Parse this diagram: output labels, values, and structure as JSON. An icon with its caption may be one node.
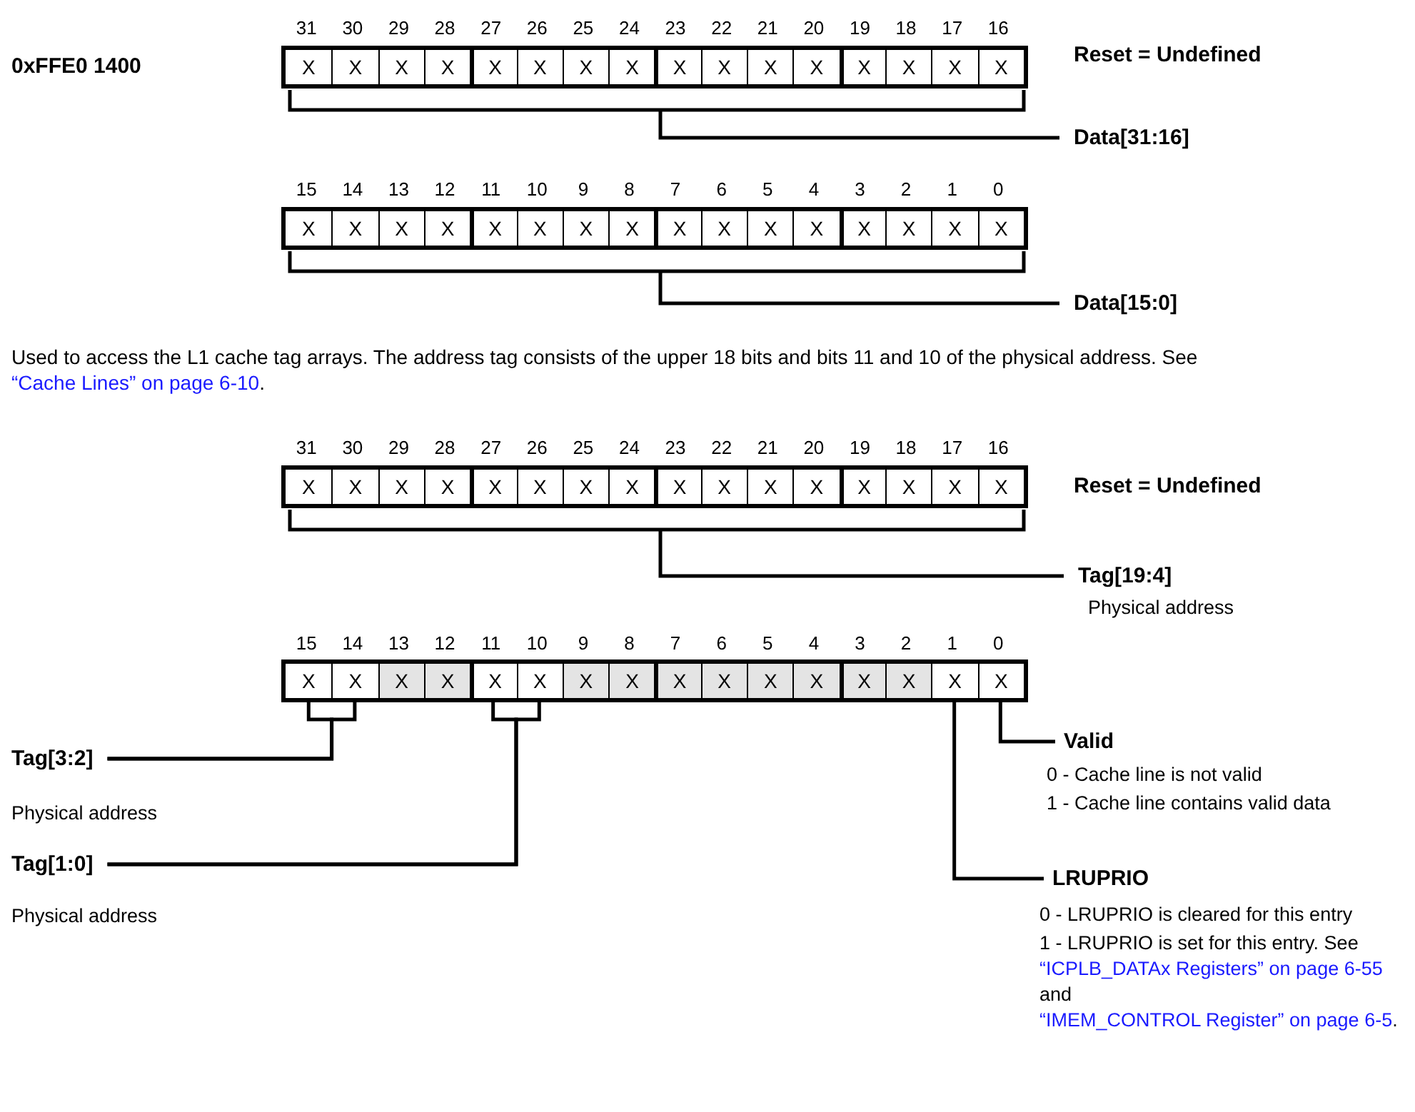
{
  "diagram": {
    "nodes": [
      {
        "text": [],
        "shape": "bar"
      },
      {
        "text": [
          "X"
        ],
        "in": 0
      },
      {
        "text": [
          "X"
        ],
        "in": 0
      },
      {
        "text": [
          "X"
        ],
        "in": 0
      },
      {
        "text": [
          "X"
        ],
        "in": 0
      },
      {
        "text": [
          "X"
        ],
        "in": 0
      },
      {
        "text": [
          "X"
        ],
        "in": 0
      },
      {
        "text": [
          "X"
        ],
        "in": 0
      },
      {
        "text": [
          "X"
        ],
        "in": 0
      },
      {
        "text": [
          "X"
        ],
        "in": 0
      },
      {
        "text": [
          "X"
        ],
        "in": 0
      },
      {
        "text": [
          "X"
        ],
        "in": 0
      },
      {
        "text": [
          "X"
        ],
        "in": 0
      },
      {
        "text": [
          "X"
        ],
        "in": 0
      },
      {
        "text": [
          "X"
        ],
        "in": 0
      },
      {
        "text": [
          "X"
        ],
        "in": 0
      },
      {
        "text": [
          "X"
        ],
        "in": 0
      },
      {
        "text": [
          "Data[31:16]"
        ]
      },
      {
        "text": [],
        "shape": "bar"
      },
      {
        "text": [
          "X"
        ],
        "in": 18
      },
      {
        "text": [
          "X"
        ],
        "in": 18
      },
      {
        "text": [
          "X"
        ],
        "in": 18
      },
      {
        "text": [
          "X"
        ],
        "in": 18
      },
      {
        "text": [
          "X"
        ],
        "in": 18
      },
      {
        "text": [
          "X"
        ],
        "in": 18
      },
      {
        "text": [
          "X"
        ],
        "in": 18
      },
      {
        "text": [
          "X"
        ],
        "in": 18
      },
      {
        "text": [
          "X"
        ],
        "in": 18
      },
      {
        "text": [
          "X"
        ],
        "in": 18
      },
      {
        "text": [
          "X"
        ],
        "in": 18
      },
      {
        "text": [
          "X"
        ],
        "in": 18
      },
      {
        "text": [
          "X"
        ],
        "in": 18
      },
      {
        "text": [
          "X"
        ],
        "in": 18
      },
      {
        "text": [
          "X"
        ],
        "in": 18
      },
      {
        "text": [
          "X"
        ],
        "in": 18
      },
      {
        "text": [
          "Data[15:0]"
        ]
      },
      {
        "text": [],
        "shape": "bar"
      },
      {
        "text": [
          "X"
        ],
        "in": 36
      },
      {
        "text": [
          "X"
        ],
        "in": 36
      },
      {
        "text": [
          "X"
        ],
        "in": 36
      },
      {
        "text": [
          "X"
        ],
        "in": 36
      },
      {
        "text": [
          "X"
        ],
        "in": 36
      },
      {
        "text": [
          "X"
        ],
        "in": 36
      },
      {
        "text": [
          "X"
        ],
        "in": 36
      },
      {
        "text": [
          "X"
        ],
        "in": 36
      },
      {
        "text": [
          "X"
        ],
        "in": 36
      },
      {
        "text": [
          "X"
        ],
        "in": 36
      },
      {
        "text": [
          "X"
        ],
        "in": 36
      },
      {
        "text": [
          "X"
        ],
        "in": 36
      },
      {
        "text": [
          "X"
        ],
        "in": 36
      },
      {
        "text": [
          "X"
        ],
        "in": 36
      },
      {
        "text": [
          "X"
        ],
        "in": 36
      },
      {
        "text": [
          "X"
        ],
        "in": 36
      },
      {
        "text": [
          "Tag[19:4]"
        ],
        "beside": [
          "Physical address"
        ]
      },
      {
        "text": [],
        "shape": "bar"
      },
      {
        "text": [
          "X"
        ],
        "in": 54
      },
      {
        "text": [
          "X"
        ],
        "in": 54
      },
      {
        "text": [
          "X"
        ],
        "in": 54
      },
      {
        "text": [
          "X"
        ],
        "in": 54
      },
      {
        "text": [
          "X"
        ],
        "in": 54
      },
      {
        "text": [
          "X"
        ],
        "in": 54
      },
      {
        "text": [
          "X"
        ],
        "in": 54
      },
      {
        "text": [
          "X"
        ],
        "in": 54
      },
      {
        "text": [
          "X"
        ],
        "in": 54
      },
      {
        "text": [
          "X"
        ],
        "in": 54
      },
      {
        "text": [
          "X"
        ],
        "in": 54
      },
      {
        "text": [
          "X"
        ],
        "in": 54
      },
      {
        "text": [
          "X"
        ],
        "in": 54
      },
      {
        "text": [
          "X"
        ],
        "in": 54
      },
      {
        "text": [
          "X"
        ],
        "in": 54
      },
      {
        "text": [
          "X"
        ],
        "in": 54
      },
      {
        "text": [
          "Tag[3:2]"
        ],
        "beside": [
          "Physical address"
        ]
      },
      {
        "text": [
          "Tag[1:0]"
        ],
        "beside": [
          "Physical address"
        ]
      },
      {
        "text": [
          "Valid"
        ],
        "beside": [
          "0 - Cache line is not valid",
          "1 - Cache line contains valid data"
        ]
      },
      {
        "text": [
          "LRUPRIO"
        ],
        "beside": [
          "0 - LRUPRIO is cleared for this entry",
          "1 - LRUPRIO is set for this entry. See “ICPLB_DATAx Registers” on page 6-55 and “IMEM_CONTROL Register” on page 6-5."
        ]
      }
    ],
    "edges": [
      {
        "from": 17,
        "to": 0,
        "arrow": "none"
      },
      {
        "from": 35,
        "to": 18,
        "arrow": "none"
      },
      {
        "from": 53,
        "to": 36,
        "arrow": "none"
      },
      {
        "from": 71,
        "to": 55,
        "arrow": "none"
      },
      {
        "from": 71,
        "to": 56,
        "arrow": "none"
      },
      {
        "from": 72,
        "to": 59,
        "arrow": "none"
      },
      {
        "from": 72,
        "to": 60,
        "arrow": "none"
      },
      {
        "from": 74,
        "to": 69,
        "arrow": "none"
      },
      {
        "from": 73,
        "to": 70,
        "arrow": "none"
      }
    ],
    "labels": [
      "0xFFE0 1400",
      "31",
      "30",
      "29",
      "28",
      "27",
      "26",
      "25",
      "24",
      "23",
      "22",
      "21",
      "20",
      "19",
      "18",
      "17",
      "16",
      "Reset = Undefined",
      "15",
      "14",
      "13",
      "12",
      "11",
      "10",
      "9",
      "8",
      "7",
      "6",
      "5",
      "4",
      "3",
      "2",
      "1",
      "0",
      "Used to access the L1 cache tag arrays. The address tag consists of the upper 18 bits and bits 11 and 10 of the physical address. See “Cache Lines” on page 6-10.",
      "31",
      "30",
      "29",
      "28",
      "27",
      "26",
      "25",
      "24",
      "23",
      "22",
      "21",
      "20",
      "19",
      "18",
      "17",
      "16",
      "Reset = Undefined",
      "15",
      "14",
      "13",
      "12",
      "11",
      "10",
      "9",
      "8",
      "7",
      "6",
      "5",
      "4",
      "3",
      "2",
      "1",
      "0"
    ]
  }
}
